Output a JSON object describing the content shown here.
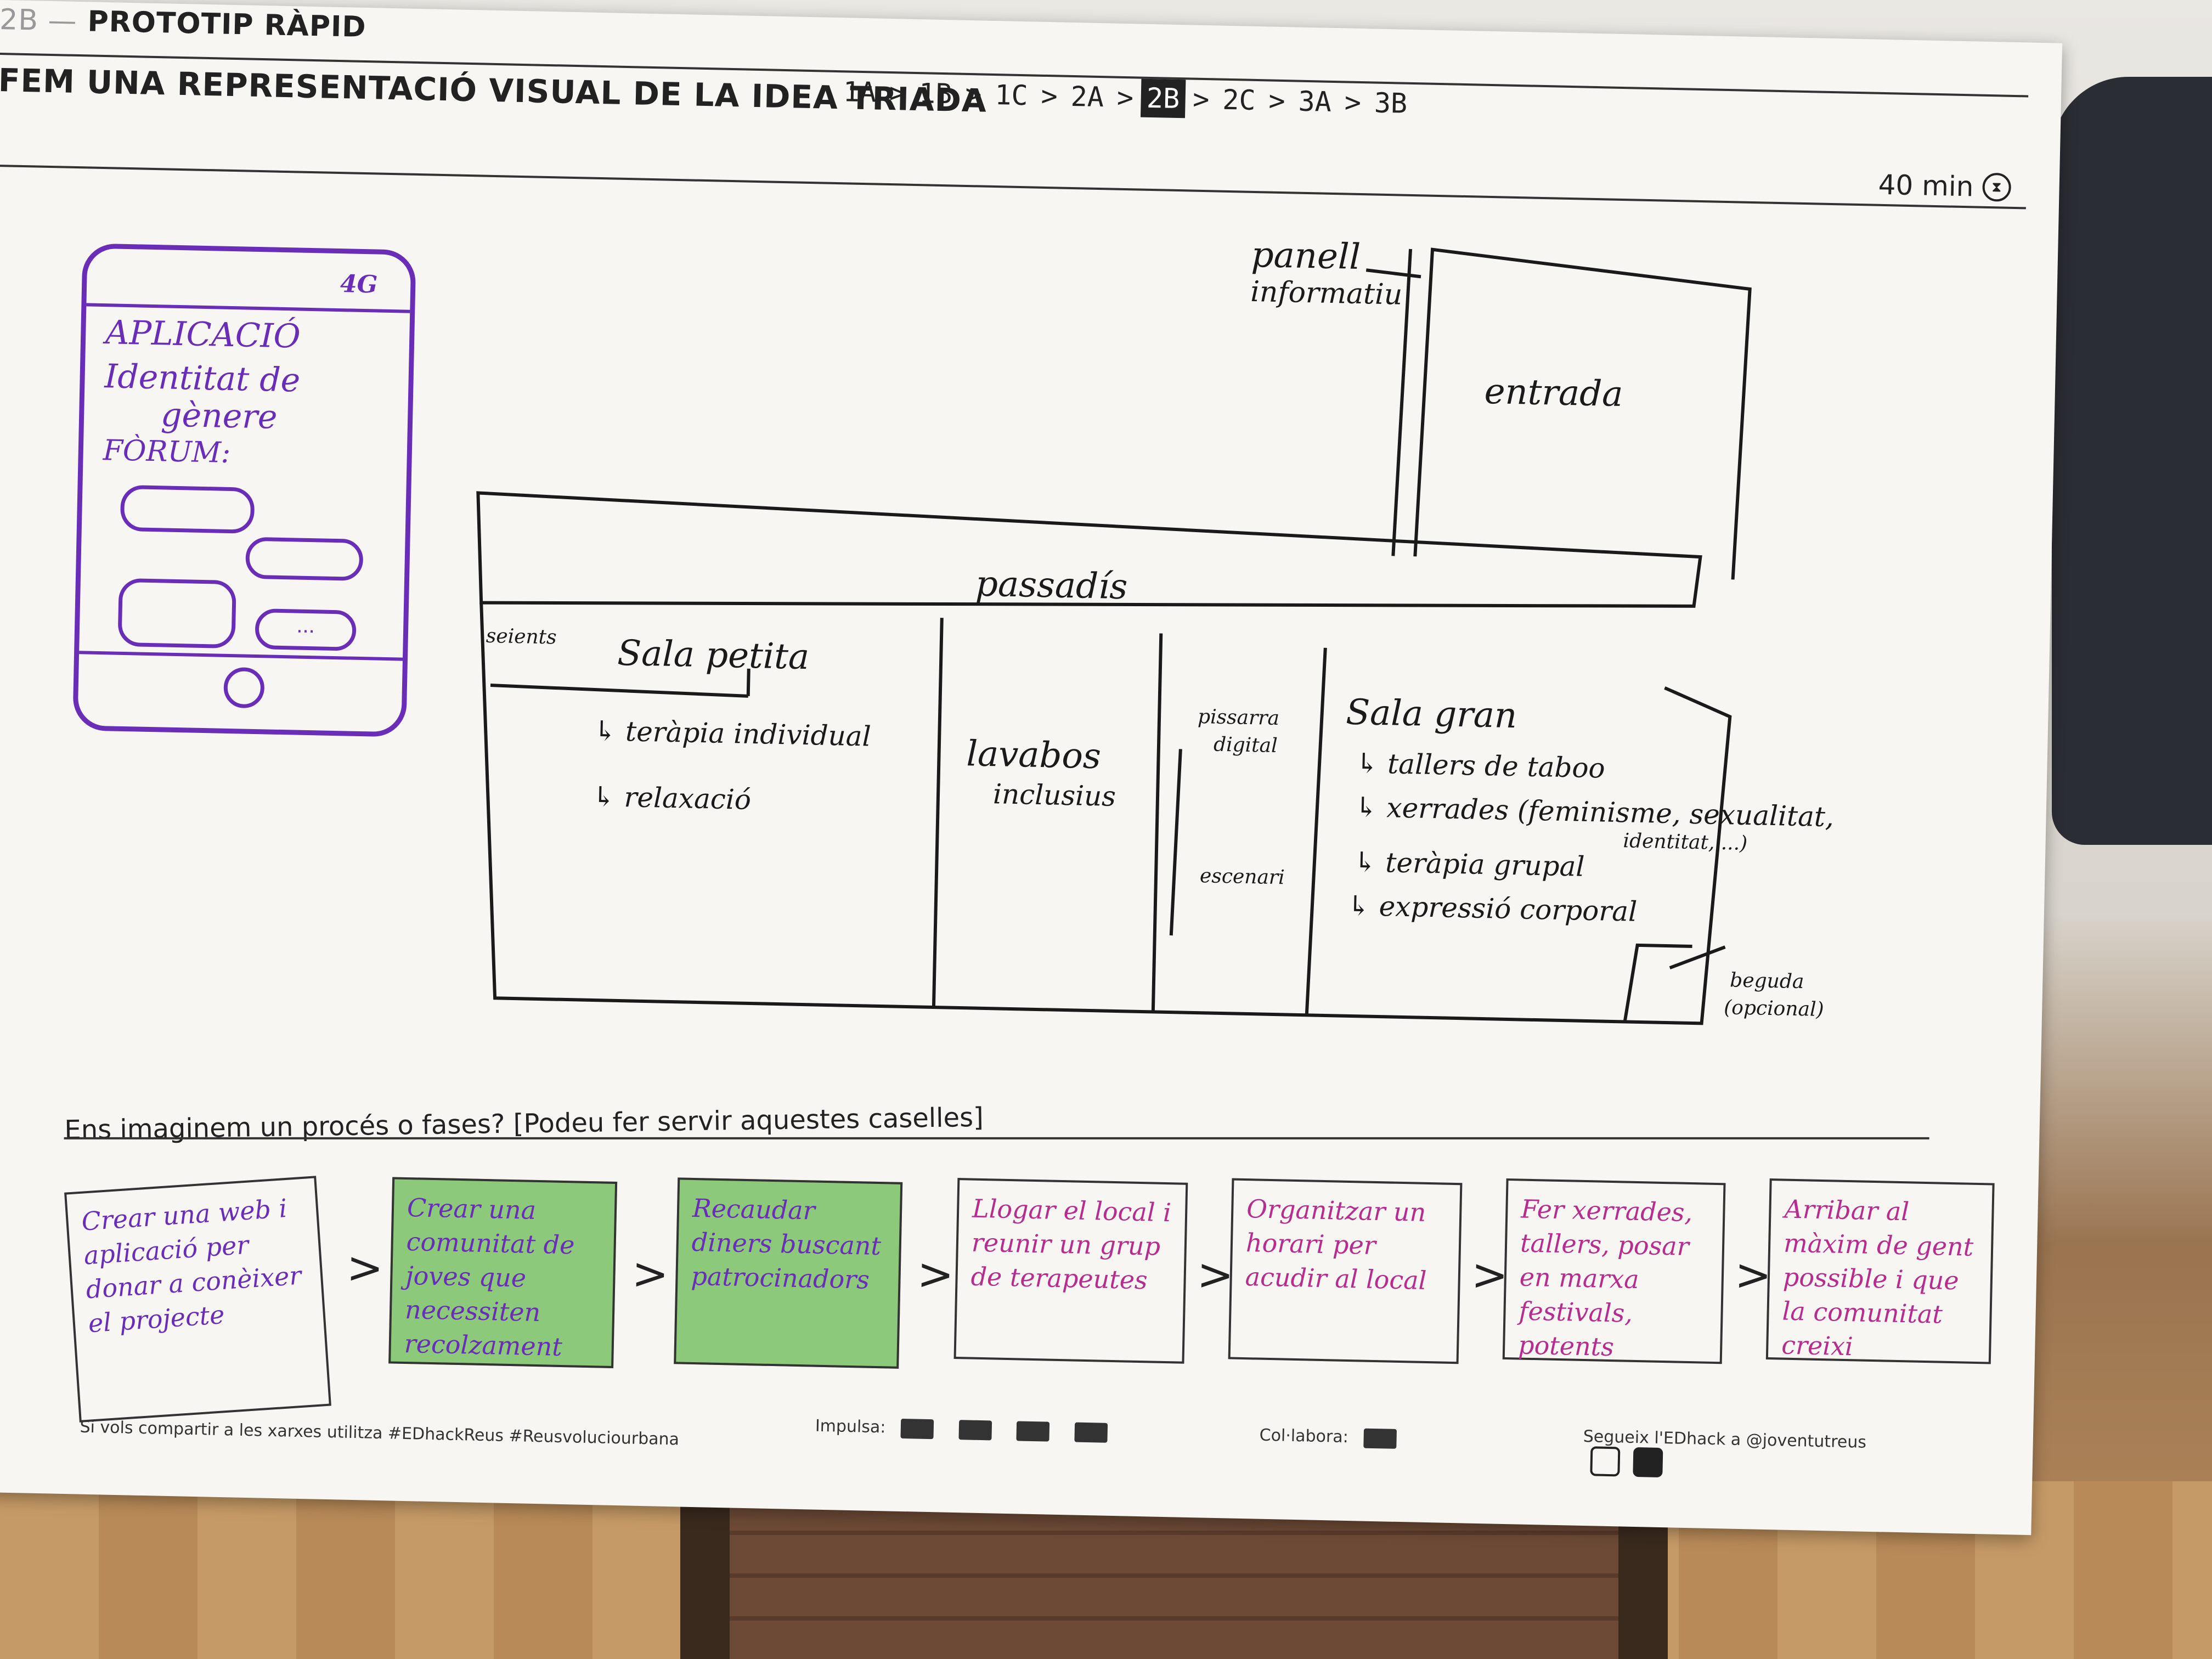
{
  "header": {
    "code_number": "2B —",
    "code_title": "PROTOTIP RÀPID",
    "title": "FEM UNA REPRESENTACIÓ VISUAL DE LA IDEA TRIADA",
    "steps": [
      "1A",
      "1B",
      "1C",
      "2A",
      "2B",
      "2C",
      "3A",
      "3B"
    ],
    "active_step": "2B",
    "separator": ">",
    "duration": "40 min"
  },
  "phone": {
    "status": "4G",
    "title": "APLICACIÓ",
    "subtitle_line1": "Identitat de",
    "subtitle_line2": "gènere",
    "forum": "FÒRUM:",
    "typing_bubble": "..."
  },
  "floorplan": {
    "panell_line1": "panell",
    "panell_line2": "informatiu",
    "entrada": "entrada",
    "passadis": "passadís",
    "seients": "seients",
    "sala_petita": "Sala petita",
    "sala_petita_items": [
      "↳ teràpia individual",
      "↳ relaxació"
    ],
    "lavabos_line1": "lavabos",
    "lavabos_line2": "inclusius",
    "pissarra_line1": "pissarra",
    "pissarra_line2": "digital",
    "escenari": "escenari",
    "sala_gran": "Sala gran",
    "sala_gran_items": [
      "↳ tallers de taboo",
      "↳ xerrades (feminisme, sexualitat,",
      "↳ teràpia grupal",
      "↳ expressió corporal"
    ],
    "xerrades_cont": "identitat, ...)",
    "beguda_line1": "beguda",
    "beguda_line2": "(opcional)"
  },
  "process": {
    "title": "Ens imaginem un procés o fases? [Podeu fer servir aquestes caselles]",
    "separator": ">",
    "steps": [
      "Crear una web i aplicació per donar a conèixer el projecte",
      "Crear una comunitat de joves que necessiten recolzament",
      "Recaudar diners buscant patrocinadors",
      "Llogar el local i reunir un grup de terapeutes",
      "Organitzar un horari per acudir al local",
      "Fer xerrades, tallers, posar en marxa festivals, potents",
      "Arribar al màxim de gent possible i que la comunitat creixi"
    ]
  },
  "footer": {
    "share_text": "Si vols compartir a les xarxes utilitza  #EDhackReus  #Reusvoluciourbana",
    "impulsa": "Impulsa:",
    "collabora": "Col·labora:",
    "follow": "Segueix l'EDhack a @joventutreus"
  },
  "colors": {
    "paper": "#f7f6f3",
    "ink": "#1a1a1a",
    "purple": "#6a2db8",
    "magenta": "#b52d8e",
    "green_note": "#8cc97a"
  }
}
